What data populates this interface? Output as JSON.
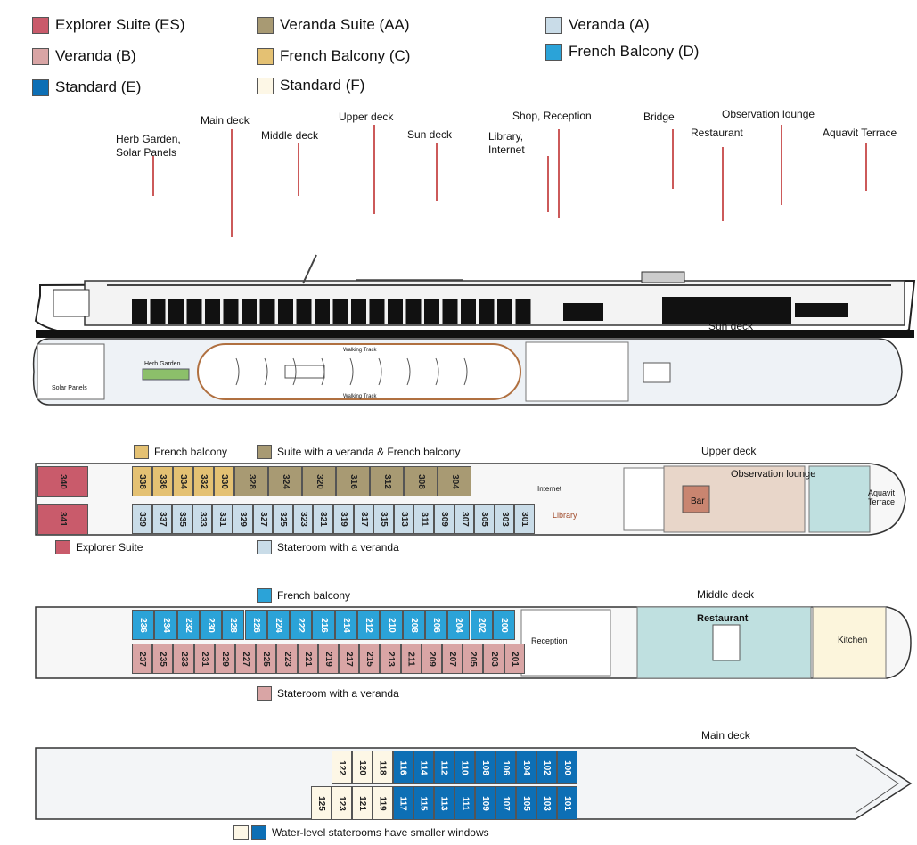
{
  "legend": [
    {
      "label": "Explorer Suite (ES)",
      "color": "#c95b6b"
    },
    {
      "label": "Veranda Suite (AA)",
      "color": "#a89a73"
    },
    {
      "label": "Veranda (A)",
      "color": "#c9dce8"
    },
    {
      "label": "Veranda (B)",
      "color": "#d9a5a5"
    },
    {
      "label": "French Balcony (C)",
      "color": "#e4c173"
    },
    {
      "label": "French Balcony (D)",
      "color": "#2ba3d8"
    },
    {
      "label": "Standard (E)",
      "color": "#0d6fb5"
    },
    {
      "label": "Standard (F)",
      "color": "#fdf7e6"
    }
  ],
  "ship_labels": {
    "herb_garden": "Herb Garden,",
    "solar_panels": "Solar Panels",
    "main_deck": "Main deck",
    "middle_deck": "Middle deck",
    "upper_deck": "Upper deck",
    "sun_deck": "Sun deck",
    "library": "Library,",
    "internet": "Internet",
    "shop_reception": "Shop, Reception",
    "bridge": "Bridge",
    "restaurant": "Restaurant",
    "observation_lounge": "Observation lounge",
    "aquavit_terrace": "Aquavit Terrace"
  },
  "sun_deck": {
    "title": "Sun deck",
    "herb_garden": "Herb Garden",
    "solar_panels": "Solar Panels",
    "walking_track": "Walking Track"
  },
  "upper_deck": {
    "title": "Upper deck",
    "key_french_balcony": "French balcony",
    "key_suite": "Suite with a veranda & French balcony",
    "key_explorer": "Explorer Suite",
    "key_veranda": "Stateroom with a veranda",
    "explorer_top": "340",
    "explorer_bottom": "341",
    "top_row": [
      "338",
      "336",
      "334",
      "332",
      "330",
      "328",
      "324",
      "320",
      "316",
      "312",
      "308",
      "304"
    ],
    "bottom_row": [
      "339",
      "337",
      "335",
      "333",
      "331",
      "329",
      "327",
      "325",
      "323",
      "321",
      "319",
      "317",
      "315",
      "313",
      "311",
      "309",
      "307",
      "305",
      "303",
      "301"
    ],
    "internet": "Internet",
    "library": "Library",
    "observation_lounge": "Observation lounge",
    "bar": "Bar",
    "aquavit_terrace": "Aquavit Terrace"
  },
  "middle_deck": {
    "title": "Middle deck",
    "key_french_balcony": "French balcony",
    "key_veranda": "Stateroom with a veranda",
    "top_row": [
      "236",
      "234",
      "232",
      "230",
      "228",
      "226",
      "224",
      "222",
      "216",
      "214",
      "212",
      "210",
      "208",
      "206",
      "204",
      "202",
      "200"
    ],
    "bottom_row": [
      "237",
      "235",
      "233",
      "231",
      "229",
      "227",
      "225",
      "223",
      "221",
      "219",
      "217",
      "215",
      "213",
      "211",
      "209",
      "207",
      "205",
      "203",
      "201"
    ],
    "reception": "Reception",
    "restaurant": "Restaurant",
    "kitchen": "Kitchen"
  },
  "main_deck": {
    "title": "Main deck",
    "top_row": [
      "122",
      "120",
      "118",
      "116",
      "114",
      "112",
      "110",
      "108",
      "106",
      "104",
      "102",
      "100"
    ],
    "bottom_row": [
      "125",
      "123",
      "121",
      "119",
      "117",
      "115",
      "113",
      "111",
      "109",
      "107",
      "105",
      "103",
      "101"
    ],
    "key_water_level": "Water-level staterooms have smaller windows"
  }
}
